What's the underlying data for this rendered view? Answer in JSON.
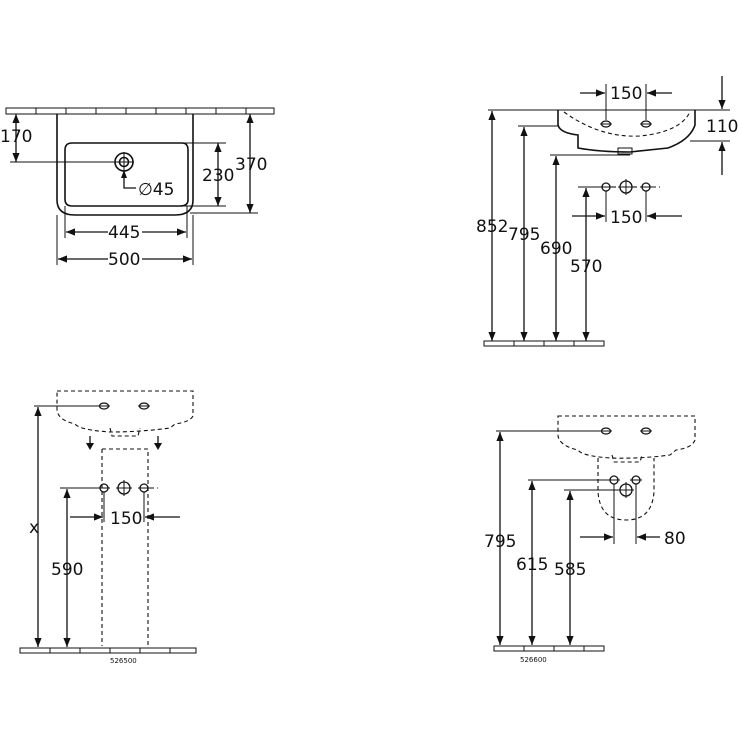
{
  "top_view": {
    "dim_170": "170",
    "dim_230": "230",
    "dim_370": "370",
    "dim_diameter": "∅45",
    "dim_445": "445",
    "dim_500": "500"
  },
  "side_view": {
    "dim_150_top": "150",
    "dim_110": "110",
    "dim_150_mid": "150",
    "dim_852": "852",
    "dim_795": "795",
    "dim_690": "690",
    "dim_570": "570"
  },
  "pedestal_view": {
    "dim_x": "x",
    "dim_590": "590",
    "dim_150": "150",
    "model_code": "526500"
  },
  "semi_pedestal_view": {
    "dim_795": "795",
    "dim_615": "615",
    "dim_585": "585",
    "dim_80": "80",
    "model_code": "526600"
  }
}
